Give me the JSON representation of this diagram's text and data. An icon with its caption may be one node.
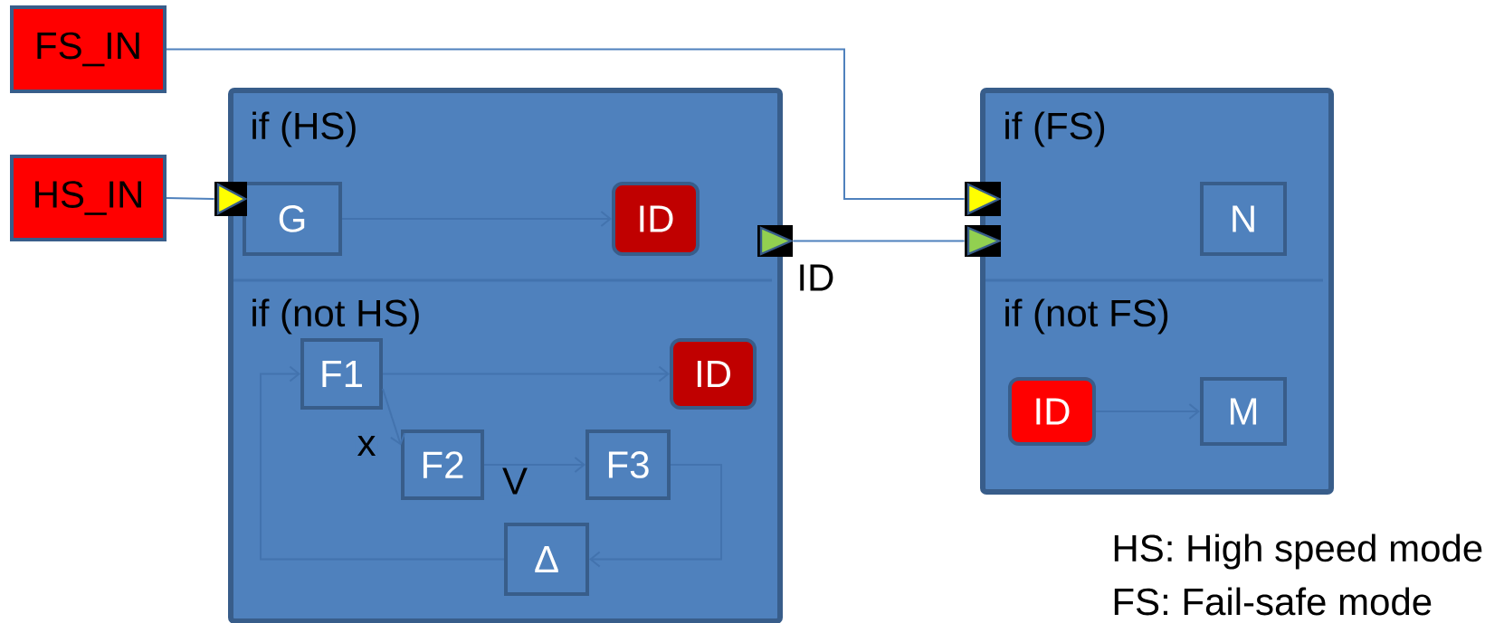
{
  "diagram": {
    "nodes": [
      {
        "text": [
          "FS_IN"
        ]
      },
      {
        "text": [
          "HS_IN"
        ]
      },
      {
        "text": [
          "if (HS)",
          "if (not HS)"
        ]
      },
      {
        "text": [
          "G"
        ],
        "in": 2
      },
      {
        "text": [
          "ID"
        ],
        "in": 2
      },
      {
        "text": [
          "F1"
        ],
        "in": 2
      },
      {
        "text": [
          "ID"
        ],
        "in": 2
      },
      {
        "text": [
          "F2"
        ],
        "in": 2
      },
      {
        "text": [
          "F3"
        ],
        "in": 2
      },
      {
        "text": [
          "Δ"
        ],
        "in": 2
      },
      {
        "text": [
          "if (FS)",
          "if (not FS)"
        ]
      },
      {
        "text": [
          "N"
        ],
        "in": 10
      },
      {
        "text": [
          "ID"
        ],
        "in": 10
      },
      {
        "text": [
          "M"
        ],
        "in": 10
      },
      {
        "text": [],
        "shape": "triangle"
      },
      {
        "text": [],
        "shape": "triangle",
        "beside": [
          "ID"
        ]
      },
      {
        "text": [],
        "shape": "triangle"
      },
      {
        "text": [],
        "shape": "triangle"
      }
    ],
    "edges": [
      {
        "from": 0,
        "to": 16,
        "arrow": "none",
        "color": "#4f81bd"
      },
      {
        "from": 1,
        "to": 14,
        "arrow": "none",
        "color": "#4f81bd"
      },
      {
        "from": 3,
        "to": 4,
        "arrow": "to"
      },
      {
        "from": 15,
        "to": 17,
        "arrow": "none",
        "color": "#4f81bd"
      },
      {
        "from": 5,
        "to": 6,
        "arrow": "to"
      },
      {
        "from": 5,
        "to": 7,
        "arrow": "to",
        "label": "x"
      },
      {
        "from": 7,
        "to": 8,
        "arrow": "to",
        "label": "V"
      },
      {
        "from": 8,
        "to": 9,
        "arrow": "to"
      },
      {
        "from": 9,
        "to": 5,
        "arrow": "to"
      },
      {
        "from": 12,
        "to": 13,
        "arrow": "to"
      }
    ],
    "labels": [
      "HS: High speed mode",
      "FS: Fail-safe mode"
    ]
  }
}
